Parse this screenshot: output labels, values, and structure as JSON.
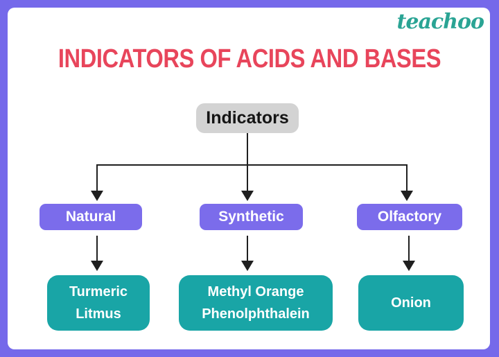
{
  "brand": {
    "name": "teachoo"
  },
  "title": "INDICATORS OF ACIDS AND BASES",
  "flowchart": {
    "root": "Indicators",
    "branches": [
      {
        "label": "Natural",
        "examples": [
          "Turmeric",
          "Litmus"
        ]
      },
      {
        "label": "Synthetic",
        "examples": [
          "Methyl Orange",
          "Phenolphthalein"
        ]
      },
      {
        "label": "Olfactory",
        "examples": [
          "Onion"
        ]
      }
    ]
  },
  "colors": {
    "background_border": "#7569ea",
    "card": "#ffffff",
    "title_text": "#e8455b",
    "root_box": "#d3d3d3",
    "root_text": "#141414",
    "branch_box": "#7b6ceb",
    "leaf_box": "#19a5a6",
    "box_text": "#ffffff",
    "connector": "#1f1f1f",
    "logo_text": "#2aa494"
  }
}
